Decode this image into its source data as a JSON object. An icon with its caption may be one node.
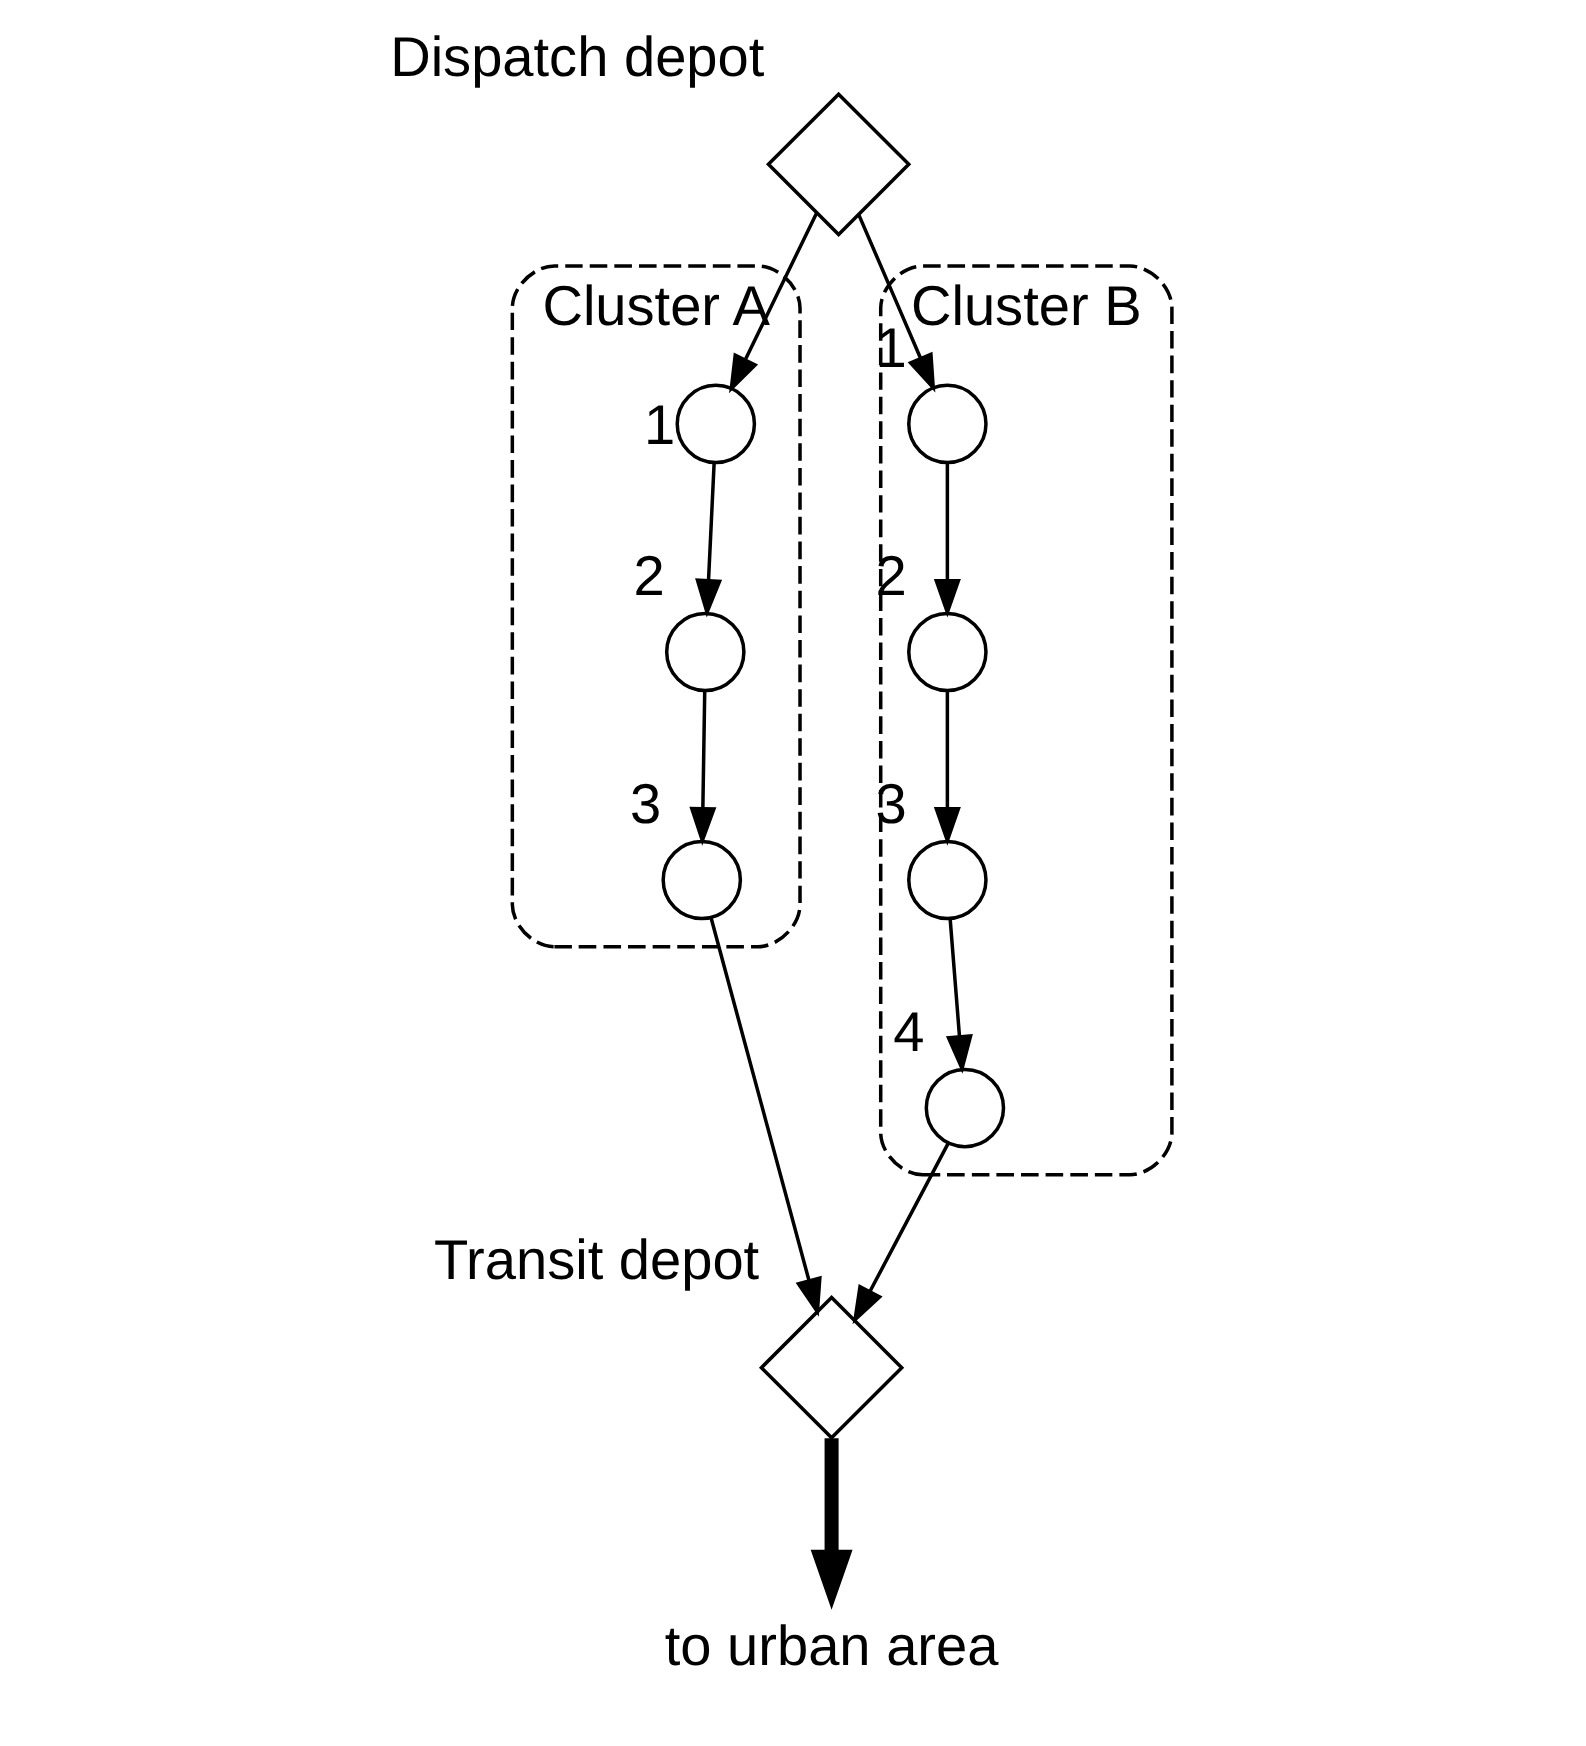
{
  "diagram": {
    "nodes": [
      {
        "text": [
          "Cluster A"
        ]
      },
      {
        "text": [],
        "shape": "circle",
        "beside": [
          "1"
        ],
        "in": 0
      },
      {
        "text": [],
        "shape": "circle",
        "beside": [
          "2"
        ],
        "in": 0
      },
      {
        "text": [],
        "shape": "circle",
        "beside": [
          "3"
        ],
        "in": 0
      },
      {
        "text": [],
        "shape": "diamond",
        "beside": [
          "Dispatch depot"
        ]
      },
      {
        "text": [
          "Cluster B"
        ]
      },
      {
        "text": [],
        "shape": "circle",
        "beside": [
          "1"
        ],
        "in": 5
      },
      {
        "text": [],
        "shape": "circle",
        "beside": [
          "2"
        ],
        "in": 5
      },
      {
        "text": [],
        "shape": "circle",
        "beside": [
          "3"
        ],
        "in": 5
      },
      {
        "text": [],
        "shape": "circle",
        "beside": [
          "4"
        ],
        "in": 5
      },
      {
        "text": [],
        "shape": "diamond",
        "beside": [
          "Transit depot"
        ]
      },
      {
        "text": [
          "to urban area"
        ]
      }
    ],
    "edges": [
      {
        "from": 4,
        "to": 1,
        "arrow": "to"
      },
      {
        "from": 1,
        "to": 2,
        "arrow": "to"
      },
      {
        "from": 2,
        "to": 3,
        "arrow": "to"
      },
      {
        "from": 3,
        "to": 10,
        "arrow": "to"
      },
      {
        "from": 4,
        "to": 6,
        "arrow": "to"
      },
      {
        "from": 6,
        "to": 7,
        "arrow": "to"
      },
      {
        "from": 7,
        "to": 8,
        "arrow": "to"
      },
      {
        "from": 8,
        "to": 9,
        "arrow": "to"
      },
      {
        "from": 9,
        "to": 10,
        "arrow": "to"
      },
      {
        "from": 10,
        "to": 11,
        "arrow": "to",
        "style": "thick"
      }
    ]
  }
}
